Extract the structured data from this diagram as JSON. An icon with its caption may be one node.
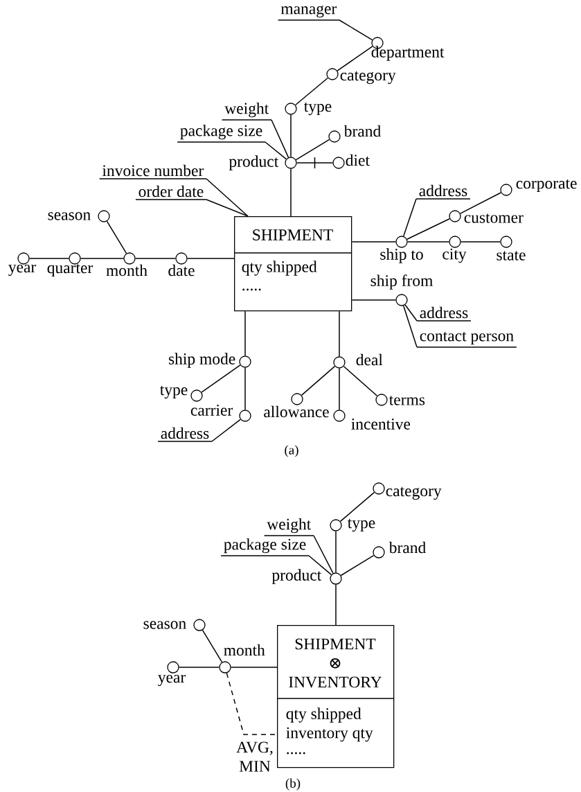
{
  "diagram": {
    "nodes": [
      {
        "text": [
          "SHIPMENT",
          "qty shipped",
          "....."
        ]
      },
      {
        "text": [],
        "shape": "circle",
        "beside": [
          "product"
        ]
      },
      {
        "text": [],
        "shape": "circle",
        "beside": [
          "type"
        ]
      },
      {
        "text": [],
        "shape": "circle",
        "beside": [
          "category"
        ]
      },
      {
        "text": [],
        "shape": "circle",
        "beside": [
          "department"
        ]
      },
      {
        "text": [
          "manager"
        ]
      },
      {
        "text": [],
        "shape": "circle",
        "beside": [
          "brand"
        ]
      },
      {
        "text": [],
        "shape": "circle",
        "beside": [
          "diet"
        ]
      },
      {
        "text": [
          "weight"
        ]
      },
      {
        "text": [
          "package size"
        ]
      },
      {
        "text": [
          "invoice number"
        ]
      },
      {
        "text": [
          "order date"
        ]
      },
      {
        "text": [],
        "shape": "circle",
        "beside": [
          "date"
        ]
      },
      {
        "text": [],
        "shape": "circle",
        "beside": [
          "month"
        ]
      },
      {
        "text": [],
        "shape": "circle",
        "beside": [
          "quarter"
        ]
      },
      {
        "text": [],
        "shape": "circle",
        "beside": [
          "year"
        ]
      },
      {
        "text": [],
        "shape": "circle",
        "beside": [
          "season"
        ]
      },
      {
        "text": [],
        "shape": "circle",
        "beside": [
          "ship to"
        ]
      },
      {
        "text": [],
        "shape": "circle",
        "beside": [
          "city"
        ]
      },
      {
        "text": [],
        "shape": "circle",
        "beside": [
          "state"
        ]
      },
      {
        "text": [],
        "shape": "circle",
        "beside": [
          "customer"
        ]
      },
      {
        "text": [],
        "shape": "circle",
        "beside": [
          "corporate"
        ]
      },
      {
        "text": [
          "address"
        ]
      },
      {
        "text": [],
        "shape": "circle",
        "beside": [
          "ship from"
        ]
      },
      {
        "text": [
          "address"
        ]
      },
      {
        "text": [
          "contact person"
        ]
      },
      {
        "text": [],
        "shape": "circle",
        "beside": [
          "ship mode"
        ]
      },
      {
        "text": [],
        "shape": "circle",
        "beside": [
          "type"
        ]
      },
      {
        "text": [],
        "shape": "circle",
        "beside": [
          "carrier"
        ]
      },
      {
        "text": [
          "address"
        ]
      },
      {
        "text": [],
        "shape": "circle",
        "beside": [
          "deal"
        ]
      },
      {
        "text": [],
        "shape": "circle",
        "beside": [
          "allowance"
        ]
      },
      {
        "text": [],
        "shape": "circle",
        "beside": [
          "incentive"
        ]
      },
      {
        "text": [],
        "shape": "circle",
        "beside": [
          "terms"
        ]
      },
      {
        "text": [
          "SHIPMENT ⊗ INVENTORY",
          "qty shipped",
          "inventory qty",
          "....."
        ]
      },
      {
        "text": [],
        "shape": "circle",
        "beside": [
          "product"
        ]
      },
      {
        "text": [],
        "shape": "circle",
        "beside": [
          "type"
        ]
      },
      {
        "text": [],
        "shape": "circle",
        "beside": [
          "category"
        ]
      },
      {
        "text": [],
        "shape": "circle",
        "beside": [
          "brand"
        ]
      },
      {
        "text": [
          "weight"
        ]
      },
      {
        "text": [
          "package size"
        ]
      },
      {
        "text": [],
        "shape": "circle",
        "beside": [
          "month"
        ]
      },
      {
        "text": [],
        "shape": "circle",
        "beside": [
          "year"
        ]
      },
      {
        "text": [],
        "shape": "circle",
        "beside": [
          "season"
        ]
      }
    ],
    "edges": [
      {
        "from": 0,
        "to": 1,
        "arrow": "none"
      },
      {
        "from": 1,
        "to": 2,
        "arrow": "none"
      },
      {
        "from": 2,
        "to": 3,
        "arrow": "none"
      },
      {
        "from": 3,
        "to": 4,
        "arrow": "none"
      },
      {
        "from": 4,
        "to": 5,
        "arrow": "none"
      },
      {
        "from": 1,
        "to": 6,
        "arrow": "none"
      },
      {
        "from": 1,
        "to": 7,
        "arrow": "none"
      },
      {
        "from": 1,
        "to": 8,
        "arrow": "none"
      },
      {
        "from": 1,
        "to": 9,
        "arrow": "none"
      },
      {
        "from": 0,
        "to": 10,
        "arrow": "none"
      },
      {
        "from": 0,
        "to": 11,
        "arrow": "none"
      },
      {
        "from": 0,
        "to": 12,
        "arrow": "none"
      },
      {
        "from": 12,
        "to": 13,
        "arrow": "none"
      },
      {
        "from": 13,
        "to": 14,
        "arrow": "none"
      },
      {
        "from": 14,
        "to": 15,
        "arrow": "none"
      },
      {
        "from": 13,
        "to": 16,
        "arrow": "none"
      },
      {
        "from": 0,
        "to": 17,
        "arrow": "none"
      },
      {
        "from": 17,
        "to": 18,
        "arrow": "none"
      },
      {
        "from": 18,
        "to": 19,
        "arrow": "none"
      },
      {
        "from": 17,
        "to": 20,
        "arrow": "none"
      },
      {
        "from": 20,
        "to": 21,
        "arrow": "none"
      },
      {
        "from": 17,
        "to": 22,
        "arrow": "none"
      },
      {
        "from": 0,
        "to": 23,
        "arrow": "none"
      },
      {
        "from": 23,
        "to": 24,
        "arrow": "none"
      },
      {
        "from": 23,
        "to": 25,
        "arrow": "none"
      },
      {
        "from": 0,
        "to": 26,
        "arrow": "none"
      },
      {
        "from": 26,
        "to": 27,
        "arrow": "none"
      },
      {
        "from": 26,
        "to": 28,
        "arrow": "none"
      },
      {
        "from": 28,
        "to": 29,
        "arrow": "none"
      },
      {
        "from": 0,
        "to": 30,
        "arrow": "none"
      },
      {
        "from": 30,
        "to": 31,
        "arrow": "none"
      },
      {
        "from": 30,
        "to": 32,
        "arrow": "none"
      },
      {
        "from": 30,
        "to": 33,
        "arrow": "none"
      },
      {
        "from": 34,
        "to": 35,
        "arrow": "none"
      },
      {
        "from": 35,
        "to": 36,
        "arrow": "none"
      },
      {
        "from": 36,
        "to": 37,
        "arrow": "none"
      },
      {
        "from": 35,
        "to": 38,
        "arrow": "none"
      },
      {
        "from": 35,
        "to": 39,
        "arrow": "none"
      },
      {
        "from": 35,
        "to": 40,
        "arrow": "none"
      },
      {
        "from": 34,
        "to": 41,
        "arrow": "none"
      },
      {
        "from": 41,
        "to": 42,
        "arrow": "none"
      },
      {
        "from": 41,
        "to": 43,
        "arrow": "none"
      },
      {
        "from": 41,
        "to": 34,
        "arrow": "none",
        "style": "dashed",
        "label": "AVG, MIN"
      }
    ],
    "labels": [
      "(a)",
      "(b)"
    ]
  }
}
